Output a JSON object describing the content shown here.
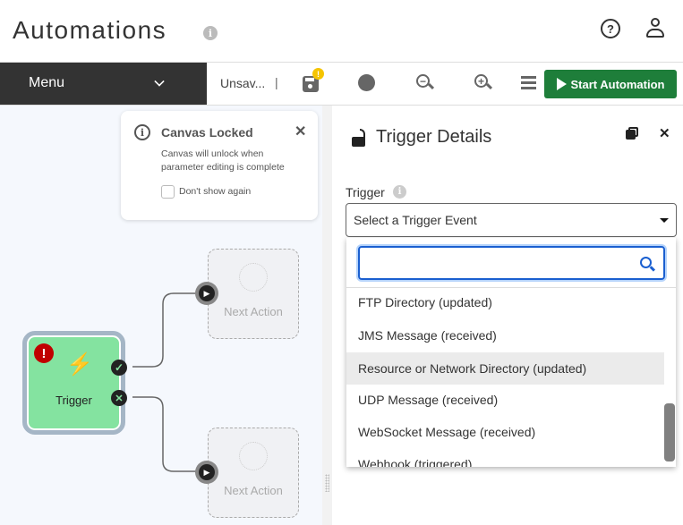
{
  "header": {
    "title": "Automations",
    "icons": [
      "info-icon",
      "help-icon",
      "user-icon"
    ]
  },
  "toolbar": {
    "menu_label": "Menu",
    "status": "Unsav...",
    "separator": "|",
    "start_label": "Start Automation",
    "accent": "#1e7e3a",
    "warning_color": "#f5c400"
  },
  "popup": {
    "title": "Canvas Locked",
    "body": "Canvas will unlock when parameter editing is complete",
    "checkbox_label": "Don't show again",
    "checked": false
  },
  "canvas": {
    "trigger_label": "Trigger",
    "next_action_1": "Next Action",
    "next_action_2": "Next Action",
    "node_color": "#84e3a0",
    "error_color": "#c00000"
  },
  "panel": {
    "title": "Trigger Details",
    "field_label": "Trigger",
    "select_placeholder": "Select a Trigger Event",
    "search_value": "",
    "options": [
      "FTP Directory (updated)",
      "JMS Message (received)",
      "Resource or Network Directory (updated)",
      "UDP Message (received)",
      "WebSocket Message (received)",
      "Webhook (triggered)"
    ],
    "highlighted_option": "Resource or Network Directory (updated)"
  }
}
